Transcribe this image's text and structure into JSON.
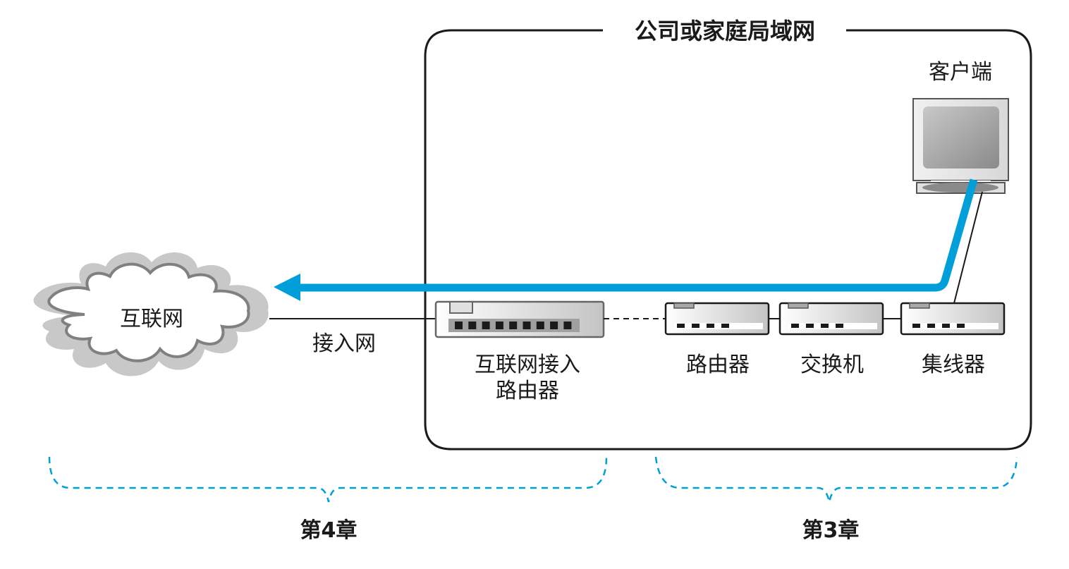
{
  "lan": {
    "title": "公司或家庭局域网"
  },
  "client": {
    "label": "客户端"
  },
  "internet": {
    "label": "互联网"
  },
  "access_network": {
    "label": "接入网"
  },
  "devices": {
    "access_router": {
      "line1": "互联网接入",
      "line2": "路由器"
    },
    "router": {
      "label": "路由器"
    },
    "switch": {
      "label": "交换机"
    },
    "hub": {
      "label": "集线器"
    }
  },
  "chapters": [
    {
      "label": "第4章"
    },
    {
      "label": "第3章"
    }
  ],
  "colors": {
    "accent": "#009fda",
    "frame": "#1a1a1a",
    "device_border": "#333333",
    "cloud_outer": "#c8c8c8",
    "cloud_stroke": "#808080"
  }
}
